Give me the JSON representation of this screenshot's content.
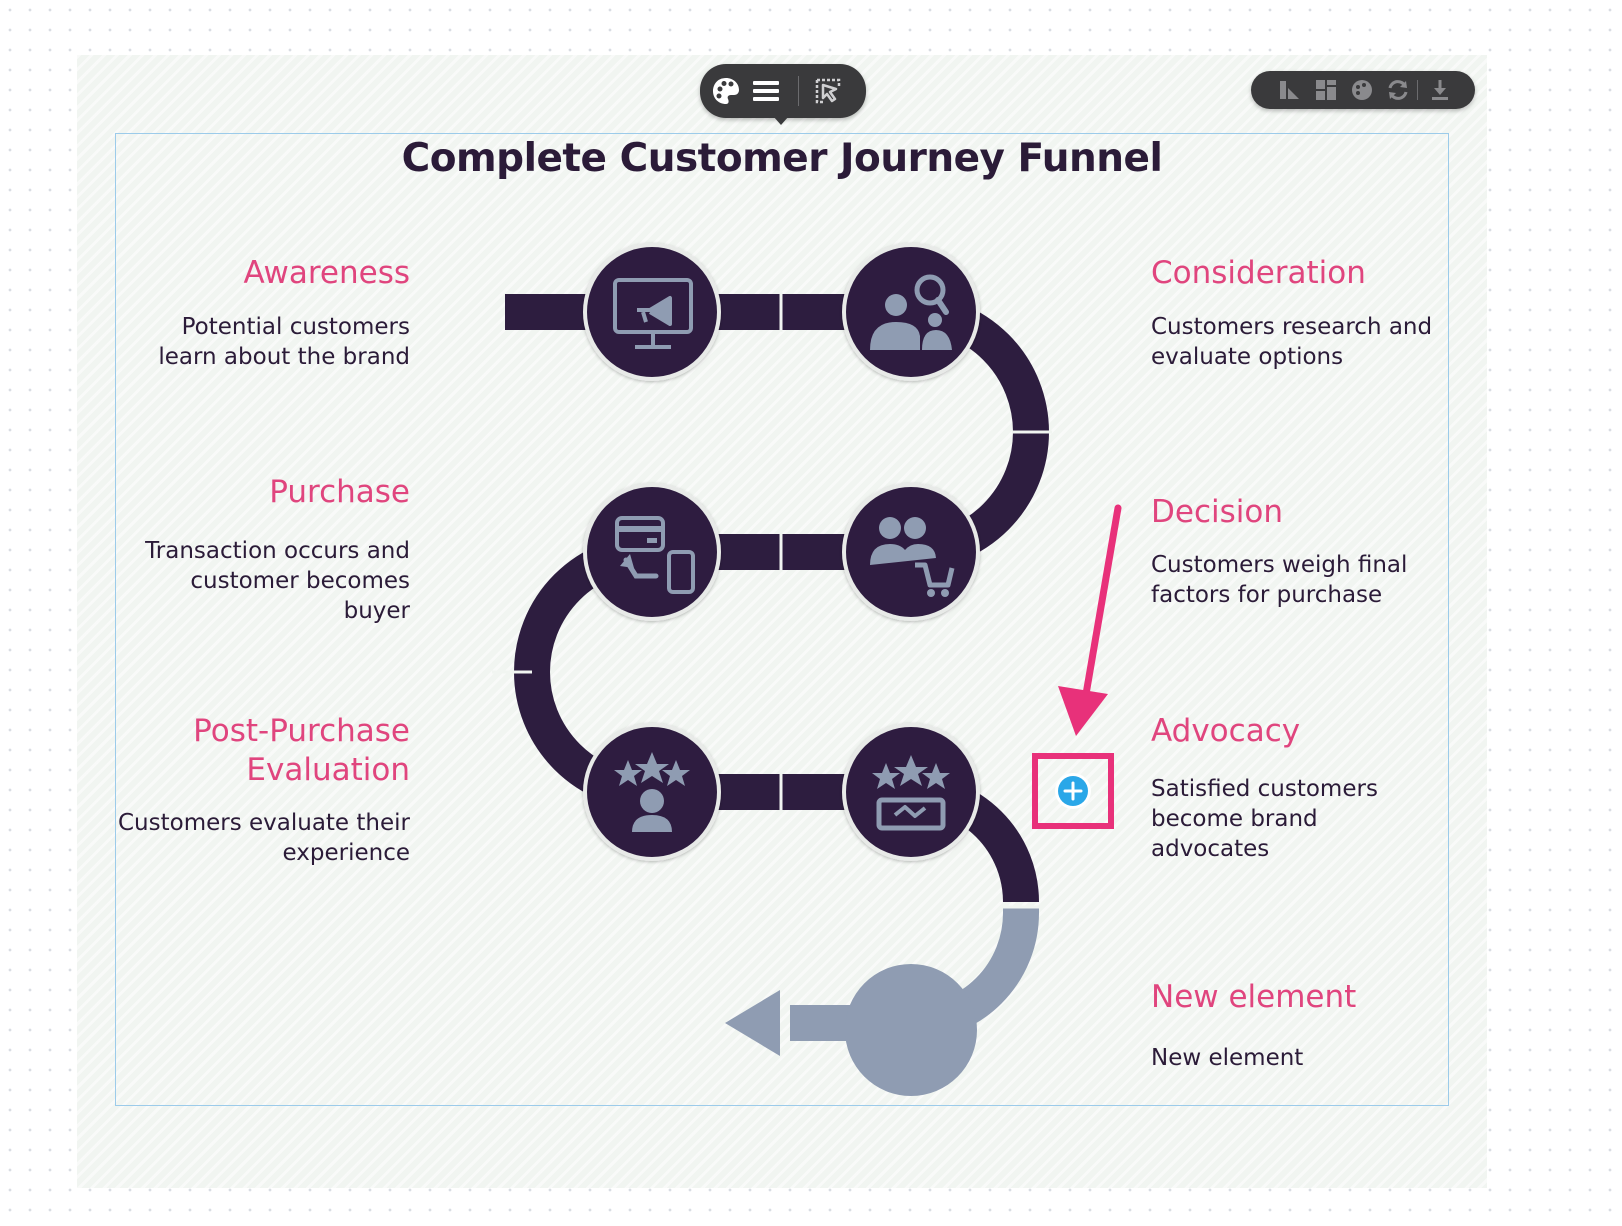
{
  "diagram": {
    "title": "Complete Customer Journey Funnel"
  },
  "stages": [
    {
      "id": "awareness",
      "title": "Awareness",
      "description": [
        "Potential customers",
        "learn about the brand"
      ],
      "icon": "monitor-megaphone-icon"
    },
    {
      "id": "consideration",
      "title": "Consideration",
      "description": [
        "Customers research and",
        "evaluate options"
      ],
      "icon": "people-search-icon"
    },
    {
      "id": "purchase",
      "title": "Purchase",
      "description": [
        "Transaction occurs and",
        "customer becomes",
        "buyer"
      ],
      "icon": "card-phone-payment-icon"
    },
    {
      "id": "decision",
      "title": "Decision",
      "description": [
        "Customers weigh final",
        "factors for purchase"
      ],
      "icon": "people-cart-icon"
    },
    {
      "id": "post-purchase",
      "title": [
        "Post-Purchase",
        "Evaluation"
      ],
      "description": [
        "Customers evaluate their",
        "experience"
      ],
      "icon": "stars-person-icon"
    },
    {
      "id": "advocacy",
      "title": "Advocacy",
      "description": [
        "Satisfied customers",
        "become brand",
        "advocates"
      ],
      "icon": "stars-handshake-icon"
    },
    {
      "id": "new-element",
      "title": "New element",
      "description": [
        "New element"
      ],
      "icon": "empty-circle"
    }
  ],
  "colors": {
    "path": "#2d1d3f",
    "path_new": "#8f9cb2",
    "icon": "#8f9cb2",
    "stage_title": "#e0457e",
    "text": "#2b1b38",
    "annotation": "#e8317a",
    "add_button": "#2aa7e8",
    "toolbar": "#3a3a3c"
  },
  "toolbars": {
    "top": [
      "palette-icon",
      "list-icon",
      "select-frame-icon"
    ],
    "right": [
      "chart-style-icon",
      "layout-grid-icon",
      "color-theme-icon",
      "refresh-icon",
      "download-icon"
    ]
  },
  "add_button": {
    "icon": "plus-circle-icon"
  }
}
